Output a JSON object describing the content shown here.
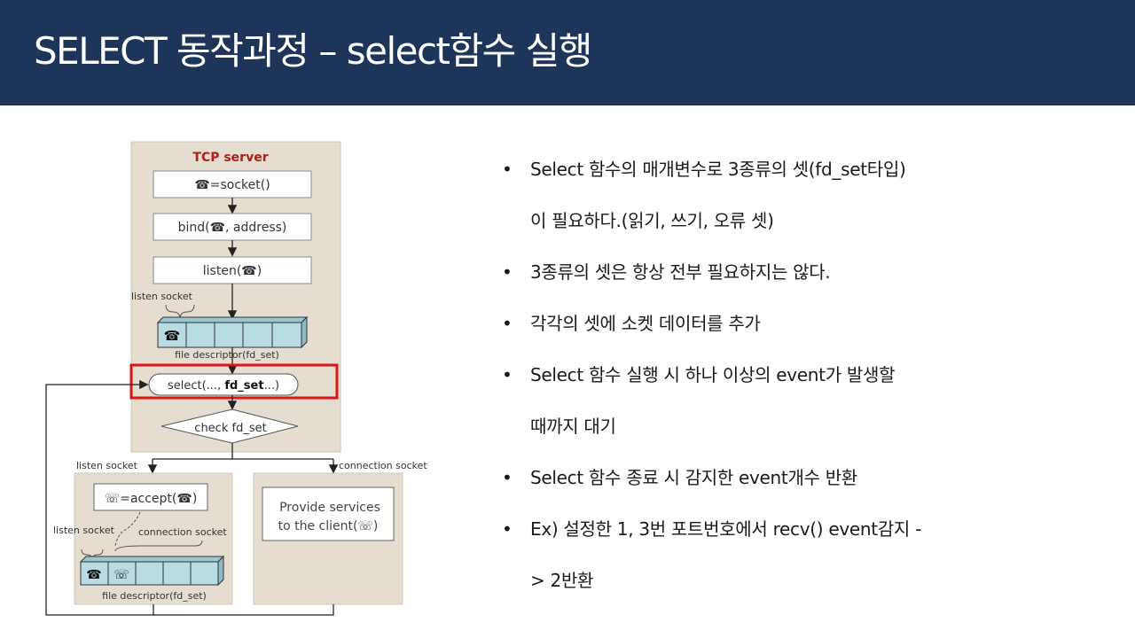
{
  "slide": {
    "title": "SELECT 동작과정 – select함수 실행"
  },
  "diagram": {
    "faint_header": "",
    "server_title": "TCP server",
    "socket_box": "☎=socket()",
    "bind_box": "bind(☎, address)",
    "listen_box": "listen(☎)",
    "listen_socket_label": "listen socket",
    "fd_cell_icon": "☎",
    "fd_set_label_top": "file descriptor(fd_set)",
    "select_prefix": "select(...,",
    "select_bold": "fd_set",
    "select_suffix": "...)",
    "check_label": "check fd_set",
    "branch_left_label": "listen socket",
    "branch_right_label": "connection socket",
    "accept_box": "☏=accept(☎)",
    "listen_socket_label_2": "listen socket",
    "connection_socket_label": "connection socket",
    "fd_cell_icon_1": "☎",
    "fd_cell_icon_2": "☏",
    "fd_set_label_bottom": "file descriptor(fd_set)",
    "provide_line1": "Provide services",
    "provide_line2": "to the client(☏)",
    "colors": {
      "panel": "#e4ddd0",
      "cell": "#b9dbe4",
      "highlight": "#e01414",
      "line": "#222222"
    }
  },
  "bullets": [
    {
      "text": "Select 함수의 매개변수로 3종류의 셋(fd_set타입)",
      "cont": "이 필요하다.(읽기, 쓰기, 오류 셋)"
    },
    {
      "text": "3종류의 셋은 항상 전부 필요하지는 않다.",
      "cont": ""
    },
    {
      "text": "각각의 셋에 소켓 데이터를 추가",
      "cont": ""
    },
    {
      "text": "Select 함수 실행 시 하나 이상의 event가 발생할",
      "cont": "때까지 대기"
    },
    {
      "text": "Select 함수 종료 시 감지한 event개수 반환",
      "cont": ""
    },
    {
      "text": "Ex) 설정한 1, 3번 포트번호에서 recv() event감지 -",
      "cont": "> 2반환"
    }
  ],
  "bullet_glyph": "•"
}
